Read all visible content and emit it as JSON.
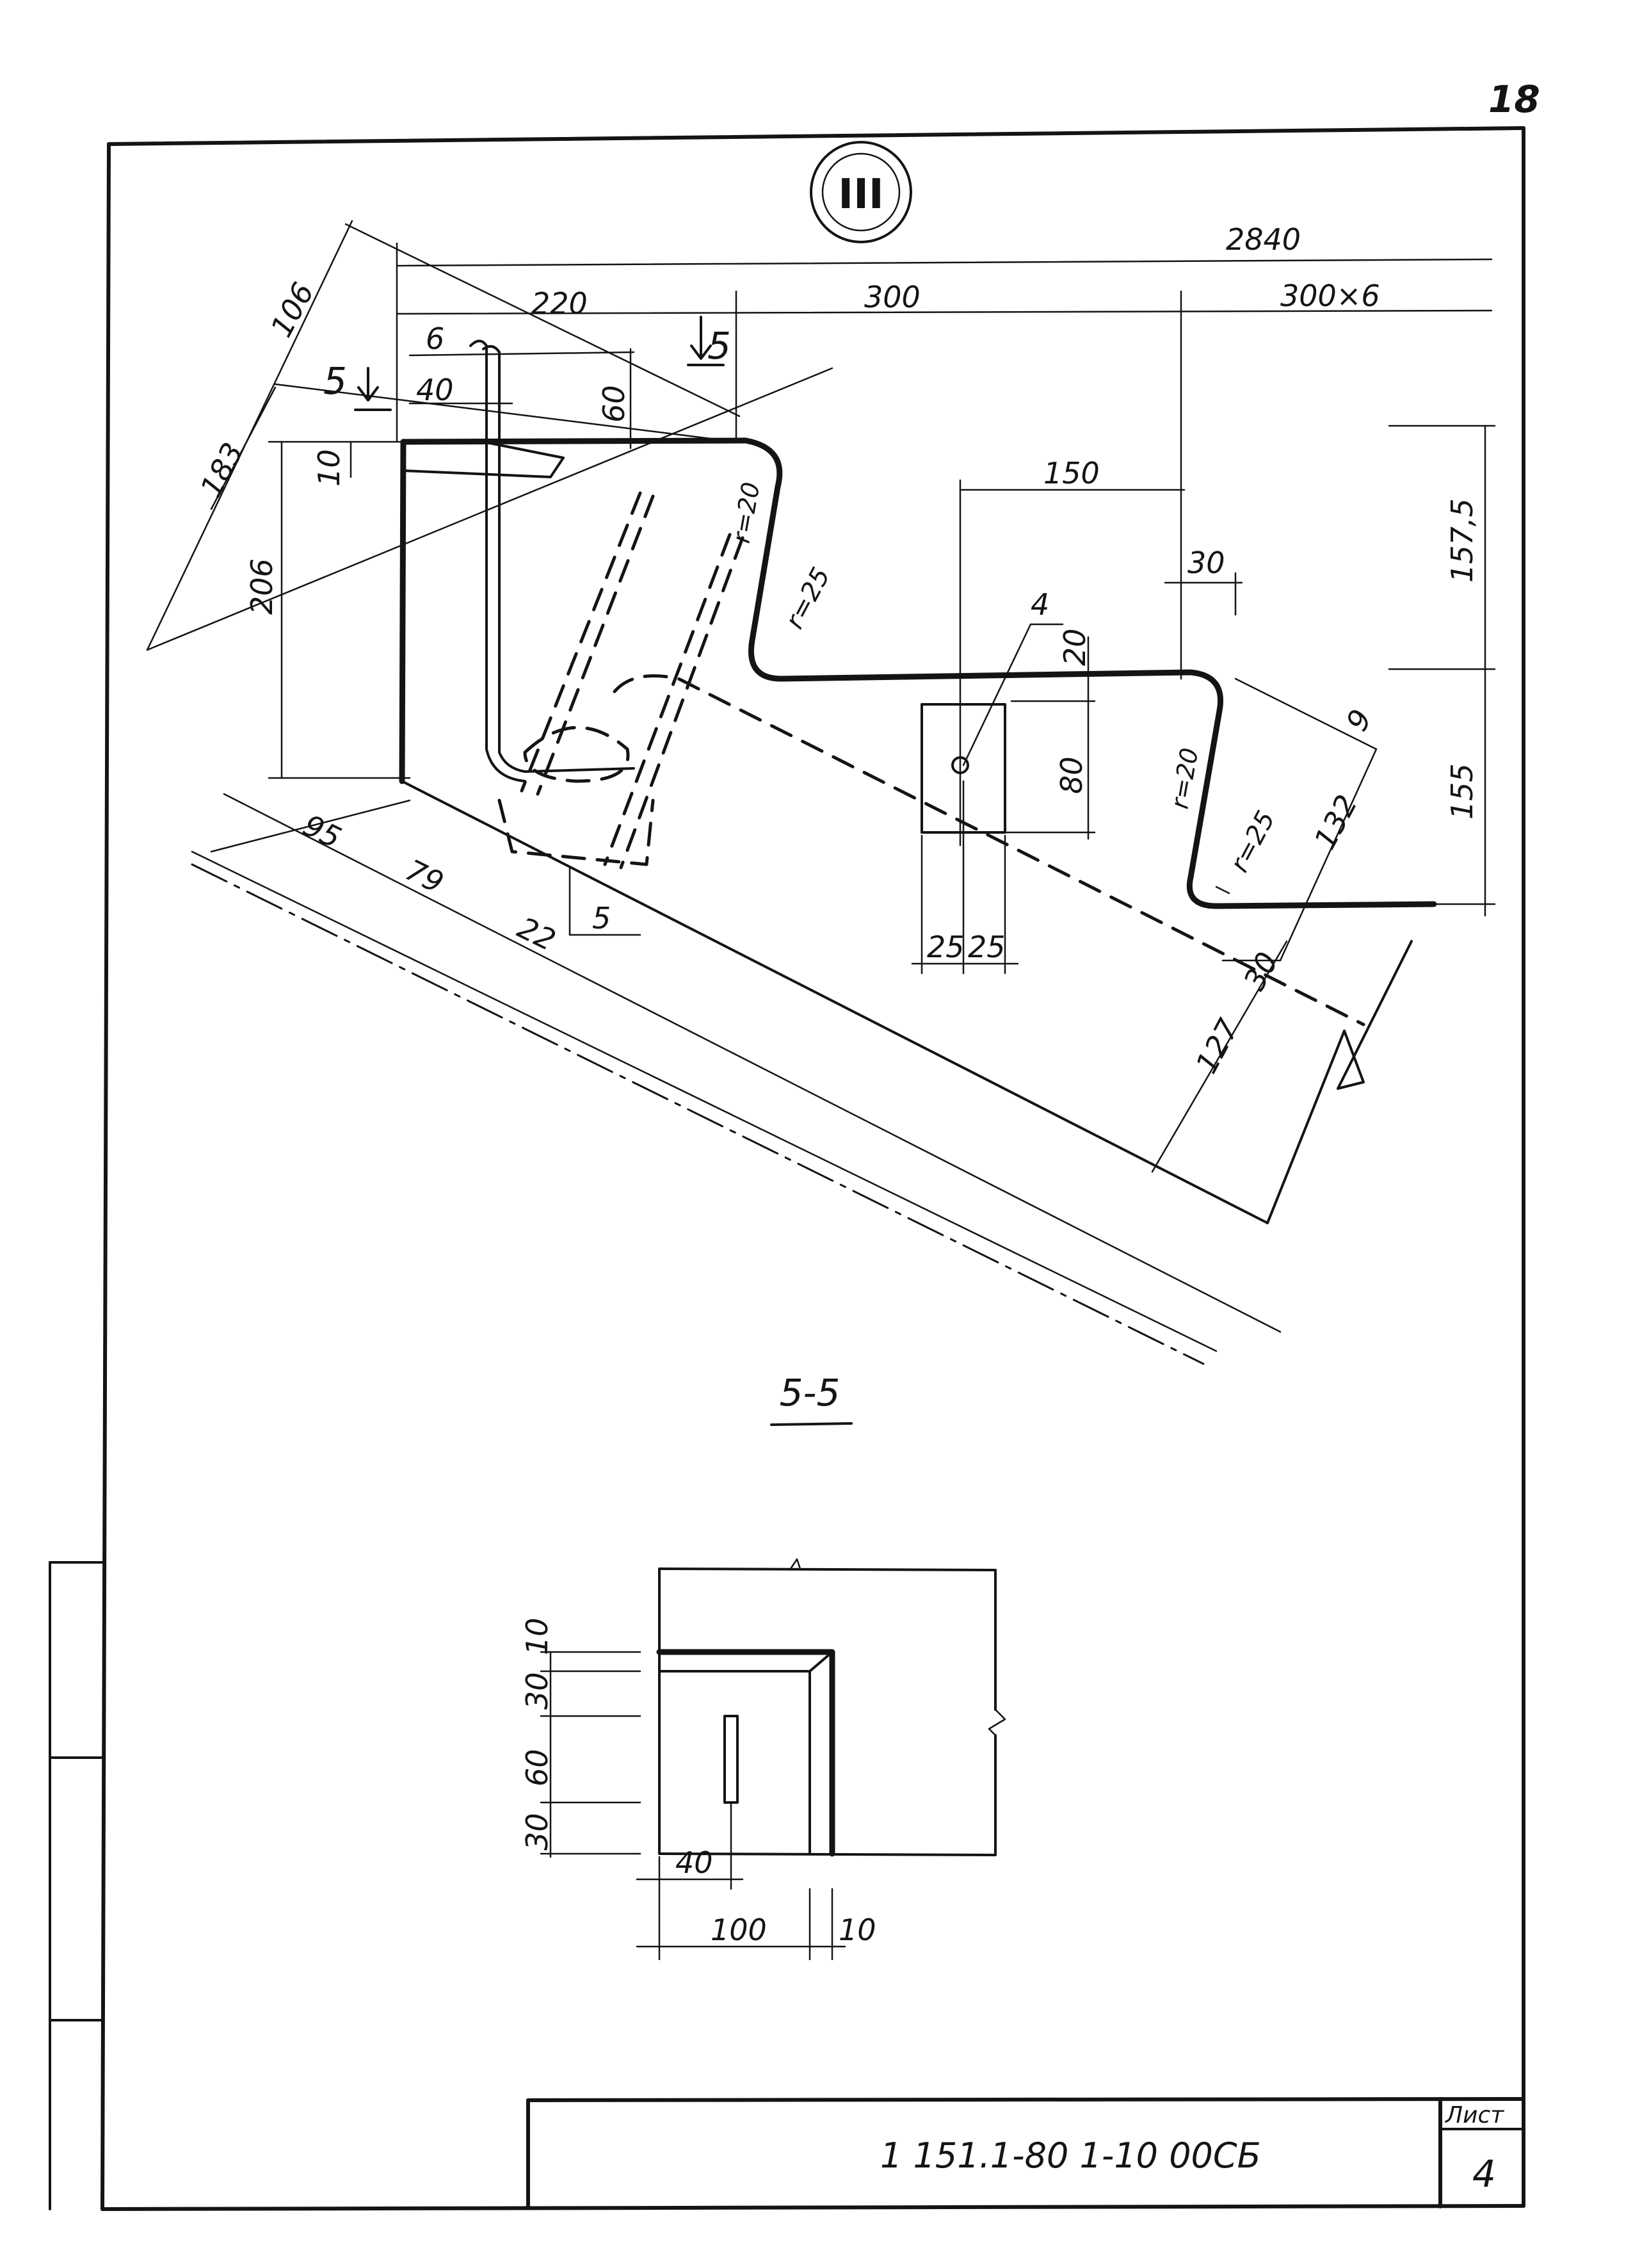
{
  "sheet": {
    "page_number": "18",
    "node_marker": "III",
    "section_label": "5-5",
    "document_code": "1 151.1-80 1-10 00СБ",
    "sheet_label": "Лист",
    "sheet_number": "4"
  },
  "main_view": {
    "section_cut_left": "5",
    "section_cut_right": "5",
    "dims": {
      "d2840": "2840",
      "d220": "220",
      "d300": "300",
      "d300x6": "300×6",
      "d106": "106",
      "d183": "183",
      "d206": "206",
      "d10": "10",
      "d6": "6",
      "d40": "40",
      "d60": "60",
      "r20_a": "r=20",
      "r25_a": "r=25",
      "d150": "150",
      "d30_top": "30",
      "d20": "20",
      "d80": "80",
      "pos4": "4",
      "r20_b": "r=20",
      "r25_b": "r=25",
      "d9": "9",
      "d132": "132",
      "d157_5": "157,5",
      "d155": "155",
      "d25_a": "25",
      "d25_b": "25",
      "d30_bot": "30",
      "d127": "127",
      "d95": "95",
      "d79": "79",
      "d22": "22",
      "pos5": "5"
    }
  },
  "section_view": {
    "dims": {
      "v10": "10",
      "v30a": "30",
      "v60": "60",
      "v30b": "30",
      "h40": "40",
      "h100": "100",
      "h10": "10"
    }
  }
}
